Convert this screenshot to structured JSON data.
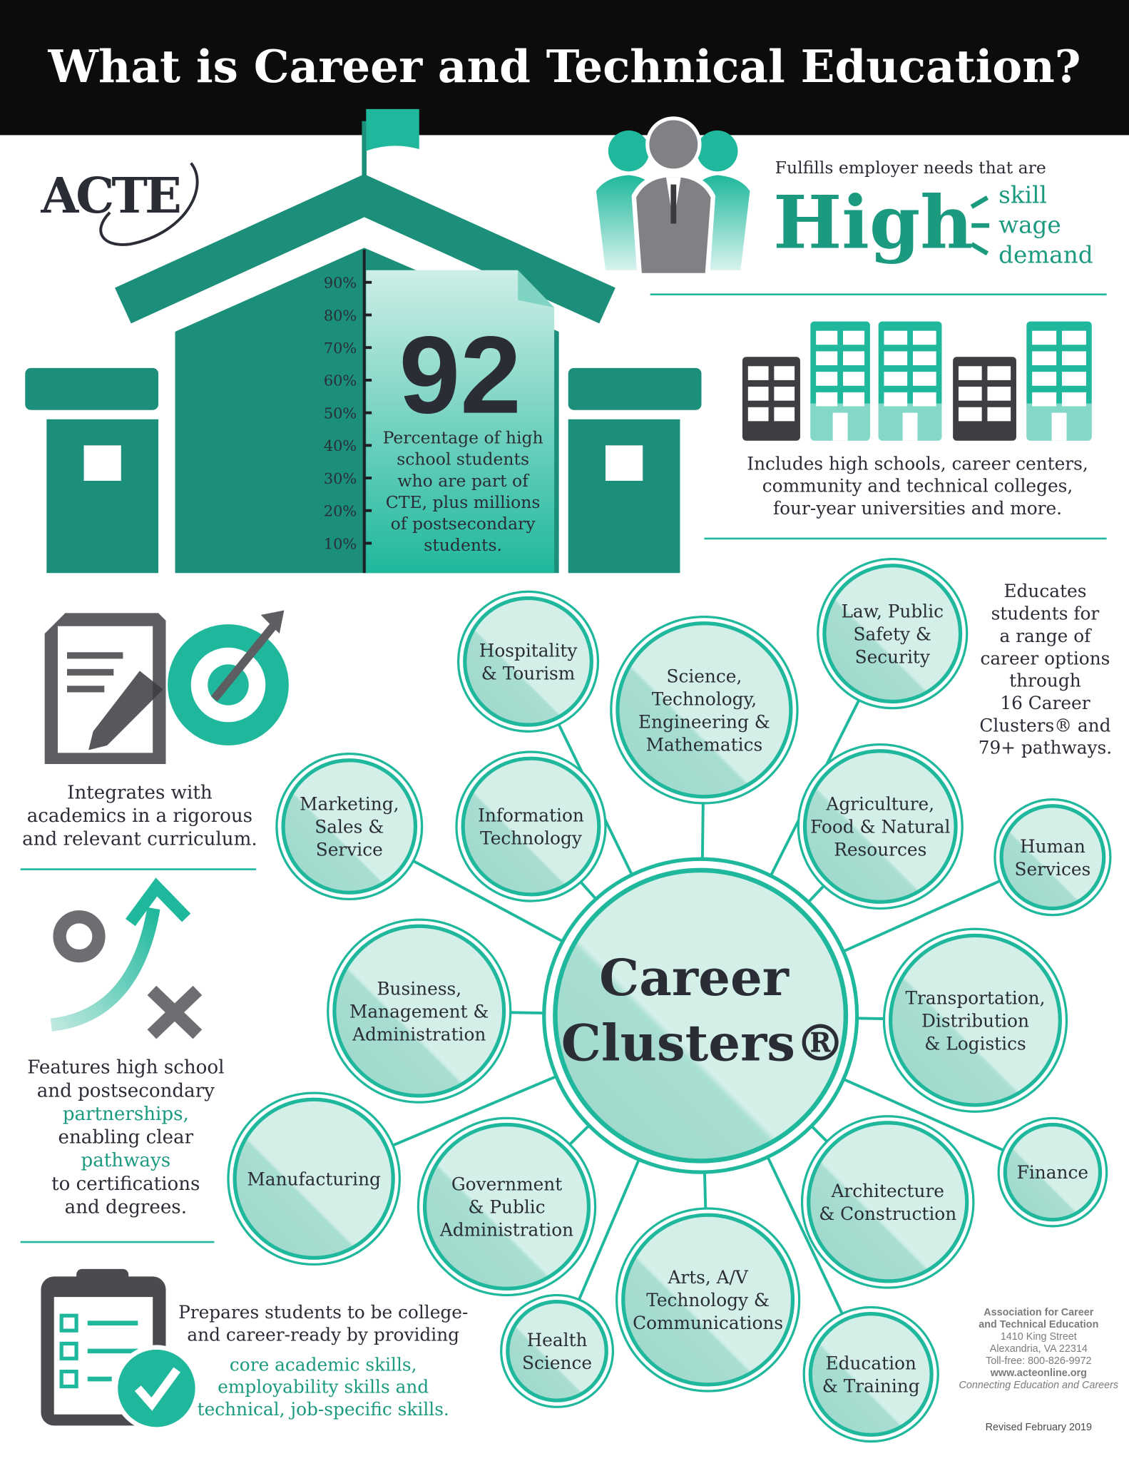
{
  "header": {
    "title": "What is Career and Technical Education?"
  },
  "logo": {
    "text": "ACTE"
  },
  "stat": {
    "value": "92",
    "caption": [
      "Percentage of high",
      "school students",
      "who are part of",
      "CTE, plus millions",
      "of postsecondary",
      "students."
    ],
    "ruler_ticks": [
      "90%",
      "80%",
      "70%",
      "60%",
      "50%",
      "40%",
      "30%",
      "20%",
      "10%"
    ],
    "value_percent": 92
  },
  "employer": {
    "intro": "Fulfills employer needs that are",
    "big_word": "High",
    "qualities": [
      "skill",
      "wage",
      "demand"
    ]
  },
  "institutions": {
    "text": [
      "Includes high schools, career centers,",
      "community and technical colleges,",
      "four-year universities and more."
    ]
  },
  "features": {
    "curriculum": [
      "Integrates with",
      "academics in a rigorous",
      "and relevant curriculum."
    ],
    "partnerships": [
      "Features high school",
      "and postsecondary",
      "partnerships,",
      "enabling clear",
      "pathways",
      "to certifications",
      "and degrees."
    ],
    "college_ready": [
      "Prepares students to be college-",
      "and career-ready by providing"
    ],
    "college_ready_highlight": [
      "core academic skills,",
      "employability skills and",
      "technical, job-specific skills."
    ],
    "educates": [
      "Educates",
      "students for",
      "a range of",
      "career options",
      "through",
      "16 Career",
      "Clusters® and",
      "79+ pathways."
    ]
  },
  "hub": {
    "lines": [
      "Career",
      "Clusters®"
    ]
  },
  "clusters": [
    {
      "lines": [
        "Hospitality",
        "& Tourism"
      ]
    },
    {
      "lines": [
        "Science,",
        "Technology,",
        "Engineering &",
        "Mathematics"
      ]
    },
    {
      "lines": [
        "Law, Public",
        "Safety &",
        "Security"
      ]
    },
    {
      "lines": [
        "Marketing,",
        "Sales &",
        "Service"
      ]
    },
    {
      "lines": [
        "Information",
        "Technology"
      ]
    },
    {
      "lines": [
        "Agriculture,",
        "Food & Natural",
        "Resources"
      ]
    },
    {
      "lines": [
        "Human",
        "Services"
      ]
    },
    {
      "lines": [
        "Business,",
        "Management &",
        "Administration"
      ]
    },
    {
      "lines": [
        "Transportation,",
        "Distribution",
        "& Logistics"
      ]
    },
    {
      "lines": [
        "Manufacturing"
      ]
    },
    {
      "lines": [
        "Government",
        "& Public",
        "Administration"
      ]
    },
    {
      "lines": [
        "Finance"
      ]
    },
    {
      "lines": [
        "Architecture",
        "& Construction"
      ]
    },
    {
      "lines": [
        "Arts, A/V",
        "Technology &",
        "Communications"
      ]
    },
    {
      "lines": [
        "Health",
        "Science"
      ]
    },
    {
      "lines": [
        "Education",
        "& Training"
      ]
    }
  ],
  "footer": {
    "org": [
      "Association for Career",
      "and Technical Education"
    ],
    "address": [
      "1410 King Street",
      "Alexandria, VA 22314",
      "Toll-free: 800-826-9972"
    ],
    "website": "www.acteonline.org",
    "tagline": "Connecting Education and Careers",
    "revised": "Revised February 2019"
  },
  "colors": {
    "teal_dark": "#1b8f7a",
    "teal": "#1fb89c",
    "teal_light": "#d3efe8",
    "ink": "#2a2d35",
    "grey": "#6d6e71",
    "header_bg": "#0c0c0c"
  }
}
